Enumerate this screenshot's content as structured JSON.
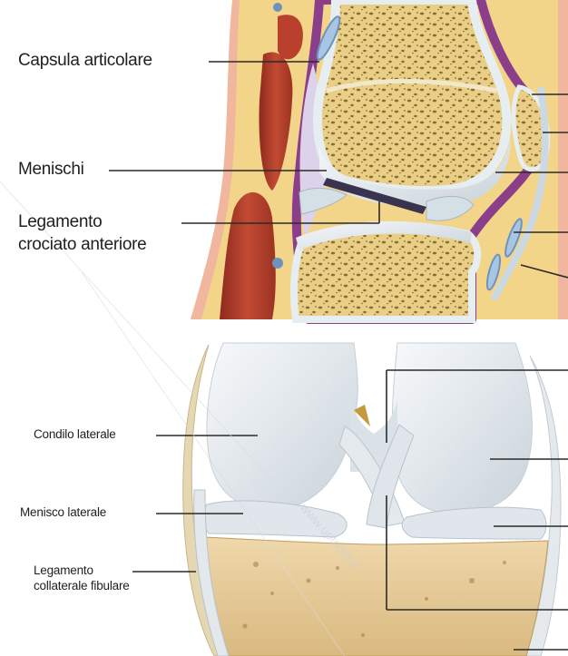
{
  "watermark": {
    "text": "www.uptodocs"
  },
  "sagittal_section": {
    "labels": {
      "capsula": "Capsula articolare",
      "menischi": "Menischi",
      "legamento_line1": "Legamento",
      "legamento_line2": "crociato anteriore"
    }
  },
  "anterior_view": {
    "labels": {
      "condilo": "Condilo laterale",
      "menisco": "Menisco laterale",
      "collaterale_line1": "Legamento",
      "collaterale_line2": "collaterale fibulare"
    }
  },
  "colors": {
    "bone_marrow": "#e9cf86",
    "bone_pores": "#8a6a35",
    "cartilage": "#dde6ec",
    "synovial": "#8b3f8a",
    "muscle": "#b8402c",
    "fat": "#f3d58a",
    "skin": "#f0b79e",
    "leader_line": "#2a2a2a"
  }
}
